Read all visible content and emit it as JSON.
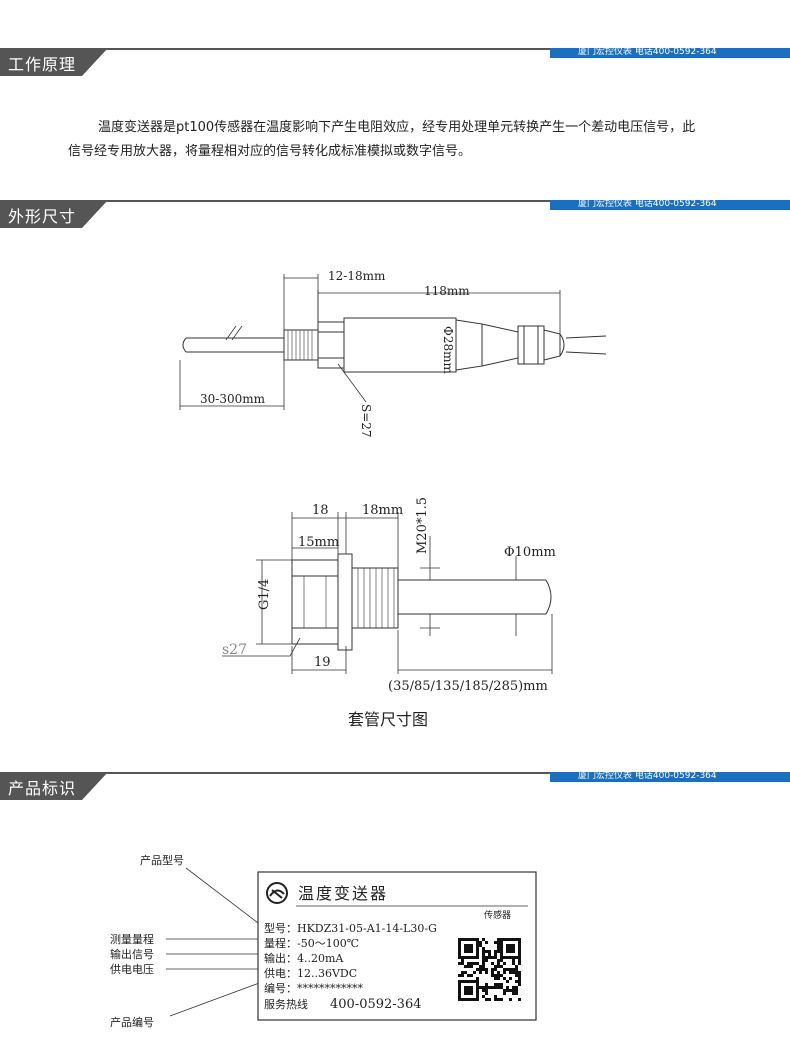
{
  "sections": [
    {
      "title": "工作原理",
      "ribbon": "厦门宏控仪表 电话400-0592-364"
    },
    {
      "title": "外形尺寸",
      "ribbon": "厦门宏控仪表 电话400-0592-364"
    },
    {
      "title": "产品标识",
      "ribbon": "厦门宏控仪表 电话400-0592-364"
    }
  ],
  "principle": {
    "line1": "温度变送器是pt100传感器在温度影响下产生电阻效应，经专用处理单元转换产生一个差动电压信号，此",
    "line2": "信号经专用放大器，将量程相对应的信号转化成标准模拟或数字信号。"
  },
  "drawing1": {
    "dim_thread": "12-18mm",
    "dim_total": "118mm",
    "dim_dia": "Φ28mm",
    "dim_probe": "30-300mm",
    "dim_hex": "S=27"
  },
  "drawing2": {
    "dim_18": "18",
    "dim_18mm": "18mm",
    "dim_15mm": "15mm",
    "dim_thread": "M20*1.5",
    "dim_dia10": "Φ10mm",
    "dim_g14": "G1/4",
    "dim_s27": "s27",
    "dim_19": "19",
    "dim_lengths": "(35/85/135/185/285)mm",
    "caption": "套管尺寸图"
  },
  "label": {
    "callouts": {
      "model": "产品型号",
      "range": "测量量程",
      "output": "输出信号",
      "supply": "供电电压",
      "serial": "产品编号"
    },
    "title": "温度变送器",
    "subtitle": "传感器",
    "model_line": "型号：HKDZ31-05-A1-14-L30-G",
    "range_line": "量程：-50～100℃",
    "output_line": "输出：4..20mA",
    "supply_line": "供电：12..36VDC",
    "serial_line": "编号：************",
    "hotline_label": "服务热线",
    "hotline_number": "400-0592-364"
  }
}
